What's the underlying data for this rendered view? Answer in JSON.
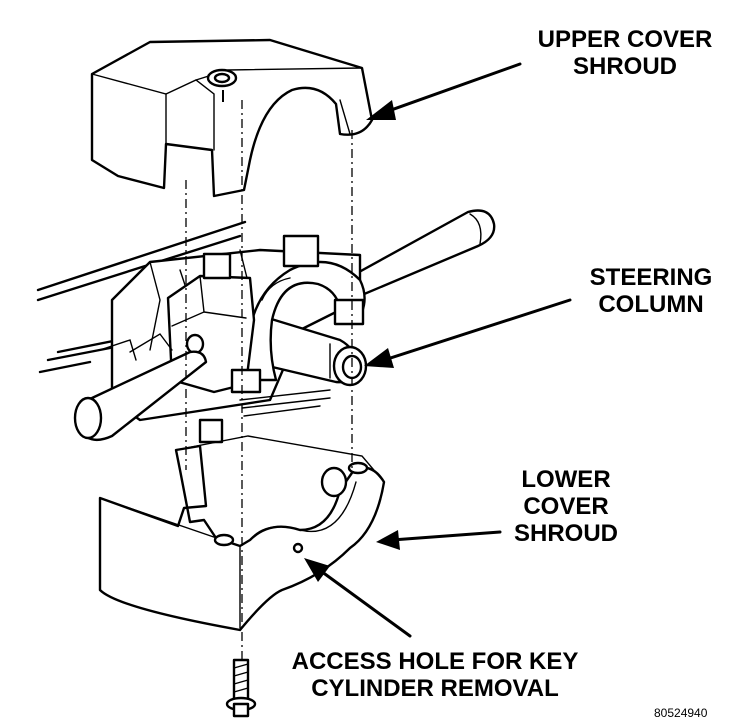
{
  "labels": {
    "upper_cover_shroud": [
      "UPPER COVER",
      "SHROUD"
    ],
    "steering_column": [
      "STEERING",
      "COLUMN"
    ],
    "lower_cover_shroud": [
      "LOWER",
      "COVER",
      "SHROUD"
    ],
    "access_hole": [
      "ACCESS HOLE FOR KEY",
      "CYLINDER REMOVAL"
    ]
  },
  "figure_code": "80524940"
}
